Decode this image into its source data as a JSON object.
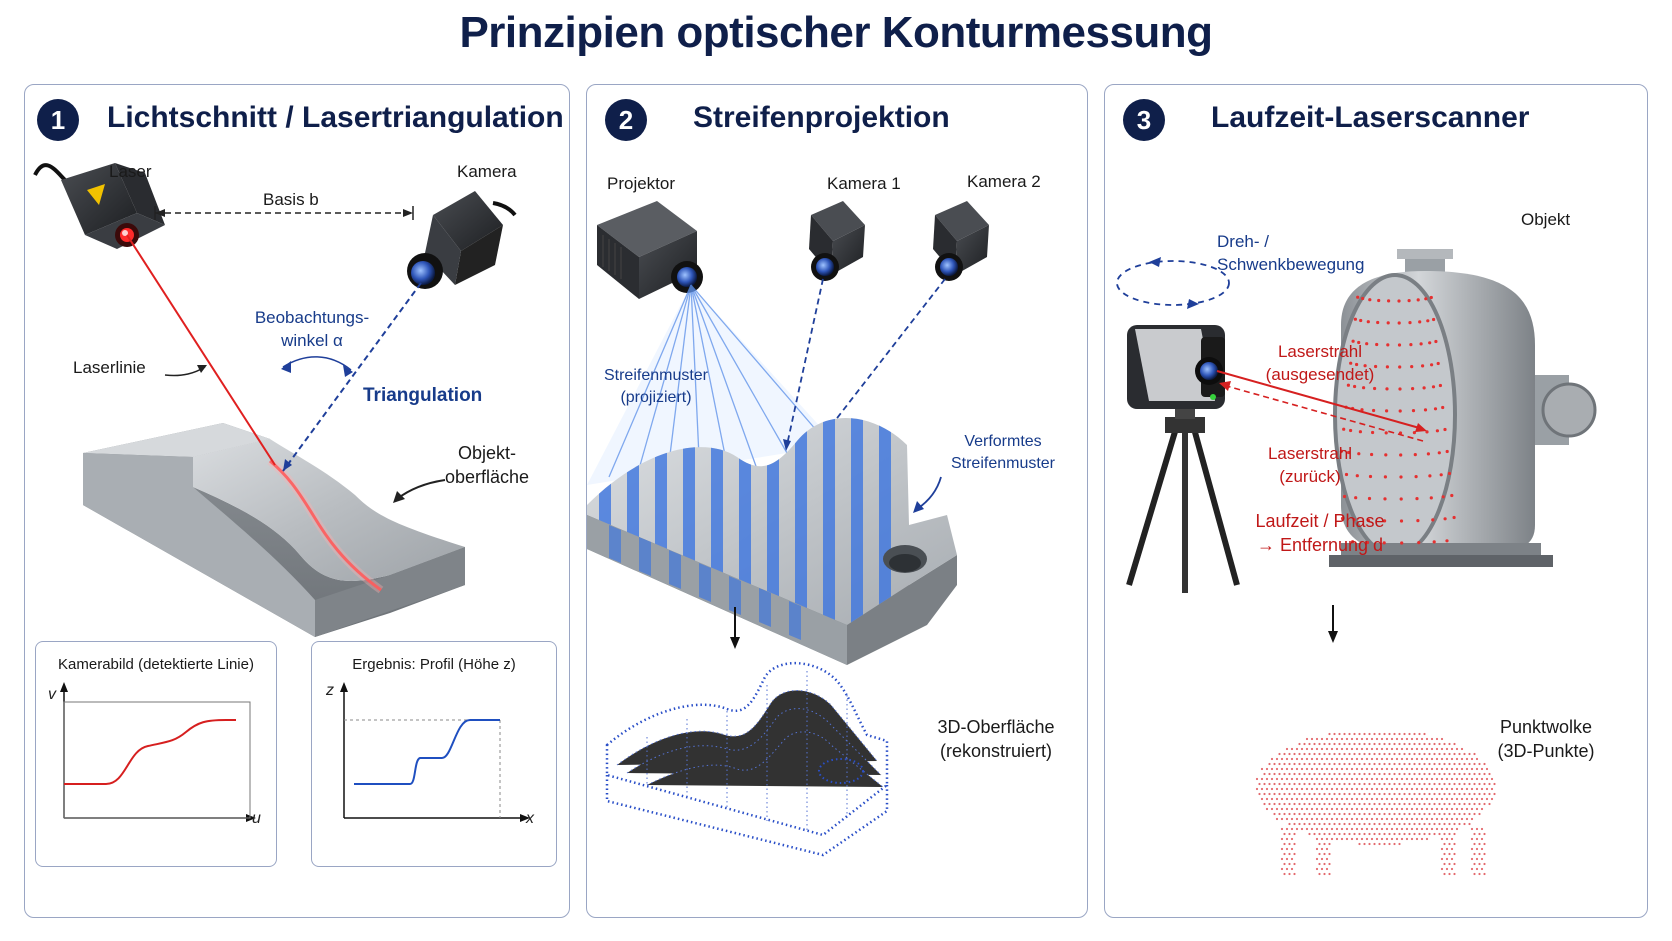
{
  "title": "Prinzipien optischer Konturmessung",
  "panel1": {
    "number": "1",
    "title": "Lichtschnitt / Lasertriangulation",
    "laser": "Laser",
    "kamera": "Kamera",
    "basis": "Basis b",
    "beobachtung_1": "Beobachtungs-",
    "beobachtung_2": "winkel α",
    "laserlinie": "Laserlinie",
    "triangulation": "Triangulation",
    "objekt_1": "Objekt-",
    "objekt_2": "oberfläche",
    "kamerabild": {
      "title": "Kamerabild (detektierte Linie)",
      "xlabel": "u",
      "ylabel": "v"
    },
    "ergebnis": {
      "title": "Ergebnis: Profil (Höhe z)",
      "xlabel": "x",
      "ylabel": "z"
    }
  },
  "panel2": {
    "number": "2",
    "title": "Streifenprojektion",
    "projektor": "Projektor",
    "kamera1": "Kamera 1",
    "kamera2": "Kamera 2",
    "streifen_1": "Streifenmuster",
    "streifen_2": "(projiziert)",
    "verformt_1": "Verformtes",
    "verformt_2": "Streifenmuster",
    "oberflaeche_1": "3D-Oberfläche",
    "oberflaeche_2": "(rekonstruiert)"
  },
  "panel3": {
    "number": "3",
    "title": "Laufzeit-Laserscanner",
    "objekt": "Objekt",
    "dreh_1": "Dreh- /",
    "dreh_2": "Schwenkbewegung",
    "strahl_aus_1": "Laserstrahl",
    "strahl_aus_2": "(ausgesendet)",
    "strahl_zur_1": "Laserstrahl",
    "strahl_zur_2": "(zurück)",
    "laufzeit_1": "Laufzeit / Phase",
    "laufzeit_2": "→ Entfernung d",
    "punktwolke_1": "Punktwolke",
    "punktwolke_2": "(3D-Punkte)"
  },
  "colors": {
    "navy": "#0f1f4a",
    "laser_red": "#e02020",
    "stripe_blue": "#3a6fd8",
    "dashed_blue": "#1f3f9a"
  }
}
